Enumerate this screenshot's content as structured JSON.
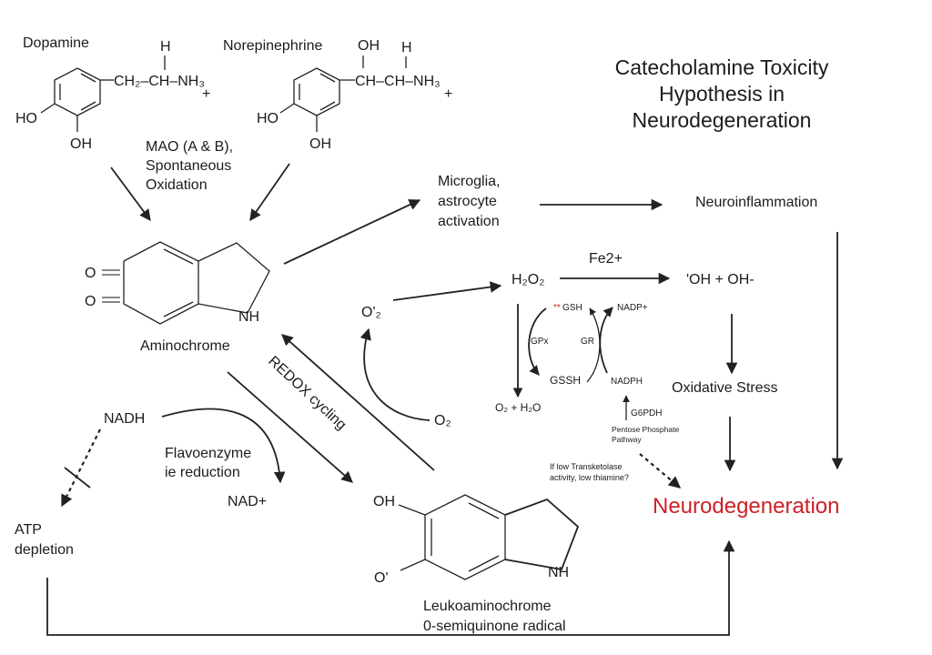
{
  "title": {
    "line1": "Catecholamine Toxicity",
    "line2": "Hypothesis in",
    "line3": "Neurodegeneration"
  },
  "molecules": {
    "dopamine": {
      "name": "Dopamine",
      "chain": "CH₂–CH–NH₃",
      "h": "H",
      "plus": "+",
      "ho": "HO",
      "oh": "OH"
    },
    "norepinephrine": {
      "name": "Norepinephrine",
      "oh_top": "OH",
      "h": "H",
      "chain": "CH–CH–NH₃",
      "plus": "+",
      "ho": "HO",
      "oh": "OH"
    },
    "aminochrome": {
      "name": "Aminochrome",
      "o1": "O",
      "o2": "O",
      "nh": "NH"
    },
    "leukoaminochrome": {
      "name_line1": "Leukoaminochrome",
      "name_line2": "0-semiquinone radical",
      "oh": "OH",
      "o_radical": "O'",
      "nh": "NH"
    }
  },
  "labels": {
    "mao_line1": "MAO (A & B),",
    "mao_line2": "Spontaneous",
    "mao_line3": "Oxidation",
    "microglia_line1": "Microglia,",
    "microglia_line2": "astrocyte",
    "microglia_line3": "activation",
    "neuroinflammation": "Neuroinflammation",
    "fe2": "Fe2+",
    "h2o2": "H₂O₂",
    "hydroxyl": "'OH + OH-",
    "superoxide": "O'₂",
    "o2": "O₂",
    "redox": "REDOX cycling",
    "gsh_marker": "**",
    "gsh": "GSH",
    "nadp_plus": "NADP+",
    "gpx": "GPx",
    "gr": "GR",
    "gssh": "GSSH",
    "nadph": "NADPH",
    "o2_h2o": "O₂ + H₂O",
    "g6pdh": "G6PDH",
    "ppp_line1": "Pentose Phosphate",
    "ppp_line2": "Pathway",
    "transketolase_line1": "If low Transketolase",
    "transketolase_line2": "activity, low thiamine?",
    "oxidative_stress": "Oxidative Stress",
    "neurodegeneration": "Neurodegeneration",
    "nadh": "NADH",
    "flavo_line1": "Flavoenzyme",
    "flavo_line2": "ie reduction",
    "nad_plus": "NAD+",
    "atp_line1": "ATP",
    "atp_line2": "depletion"
  },
  "colors": {
    "accent_red": "#cf2027",
    "ink": "#1c1c1c"
  }
}
